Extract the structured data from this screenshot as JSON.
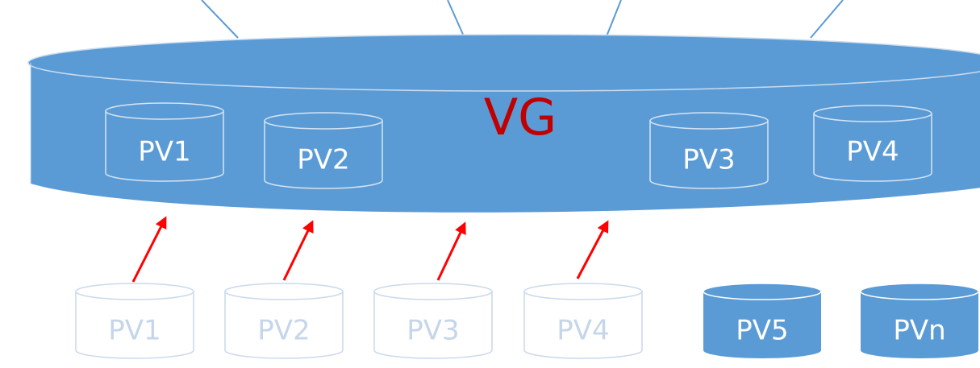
{
  "vg": {
    "label": "VG"
  },
  "vg_pvs": [
    "PV1",
    "PV2",
    "PV3",
    "PV4"
  ],
  "free_pvs": {
    "added": [
      "PV1",
      "PV2",
      "PV3",
      "PV4"
    ],
    "available": [
      "PV5",
      "PVn"
    ]
  },
  "colors": {
    "vg_fill": "#5b9bd5",
    "vg_outline": "#c9dcf0",
    "vg_label": "#c00000",
    "arrow": "#ff0000",
    "faded_outline": "#c9d9ec",
    "faded_text": "#c5d6ea",
    "line": "#5b9bd5"
  }
}
